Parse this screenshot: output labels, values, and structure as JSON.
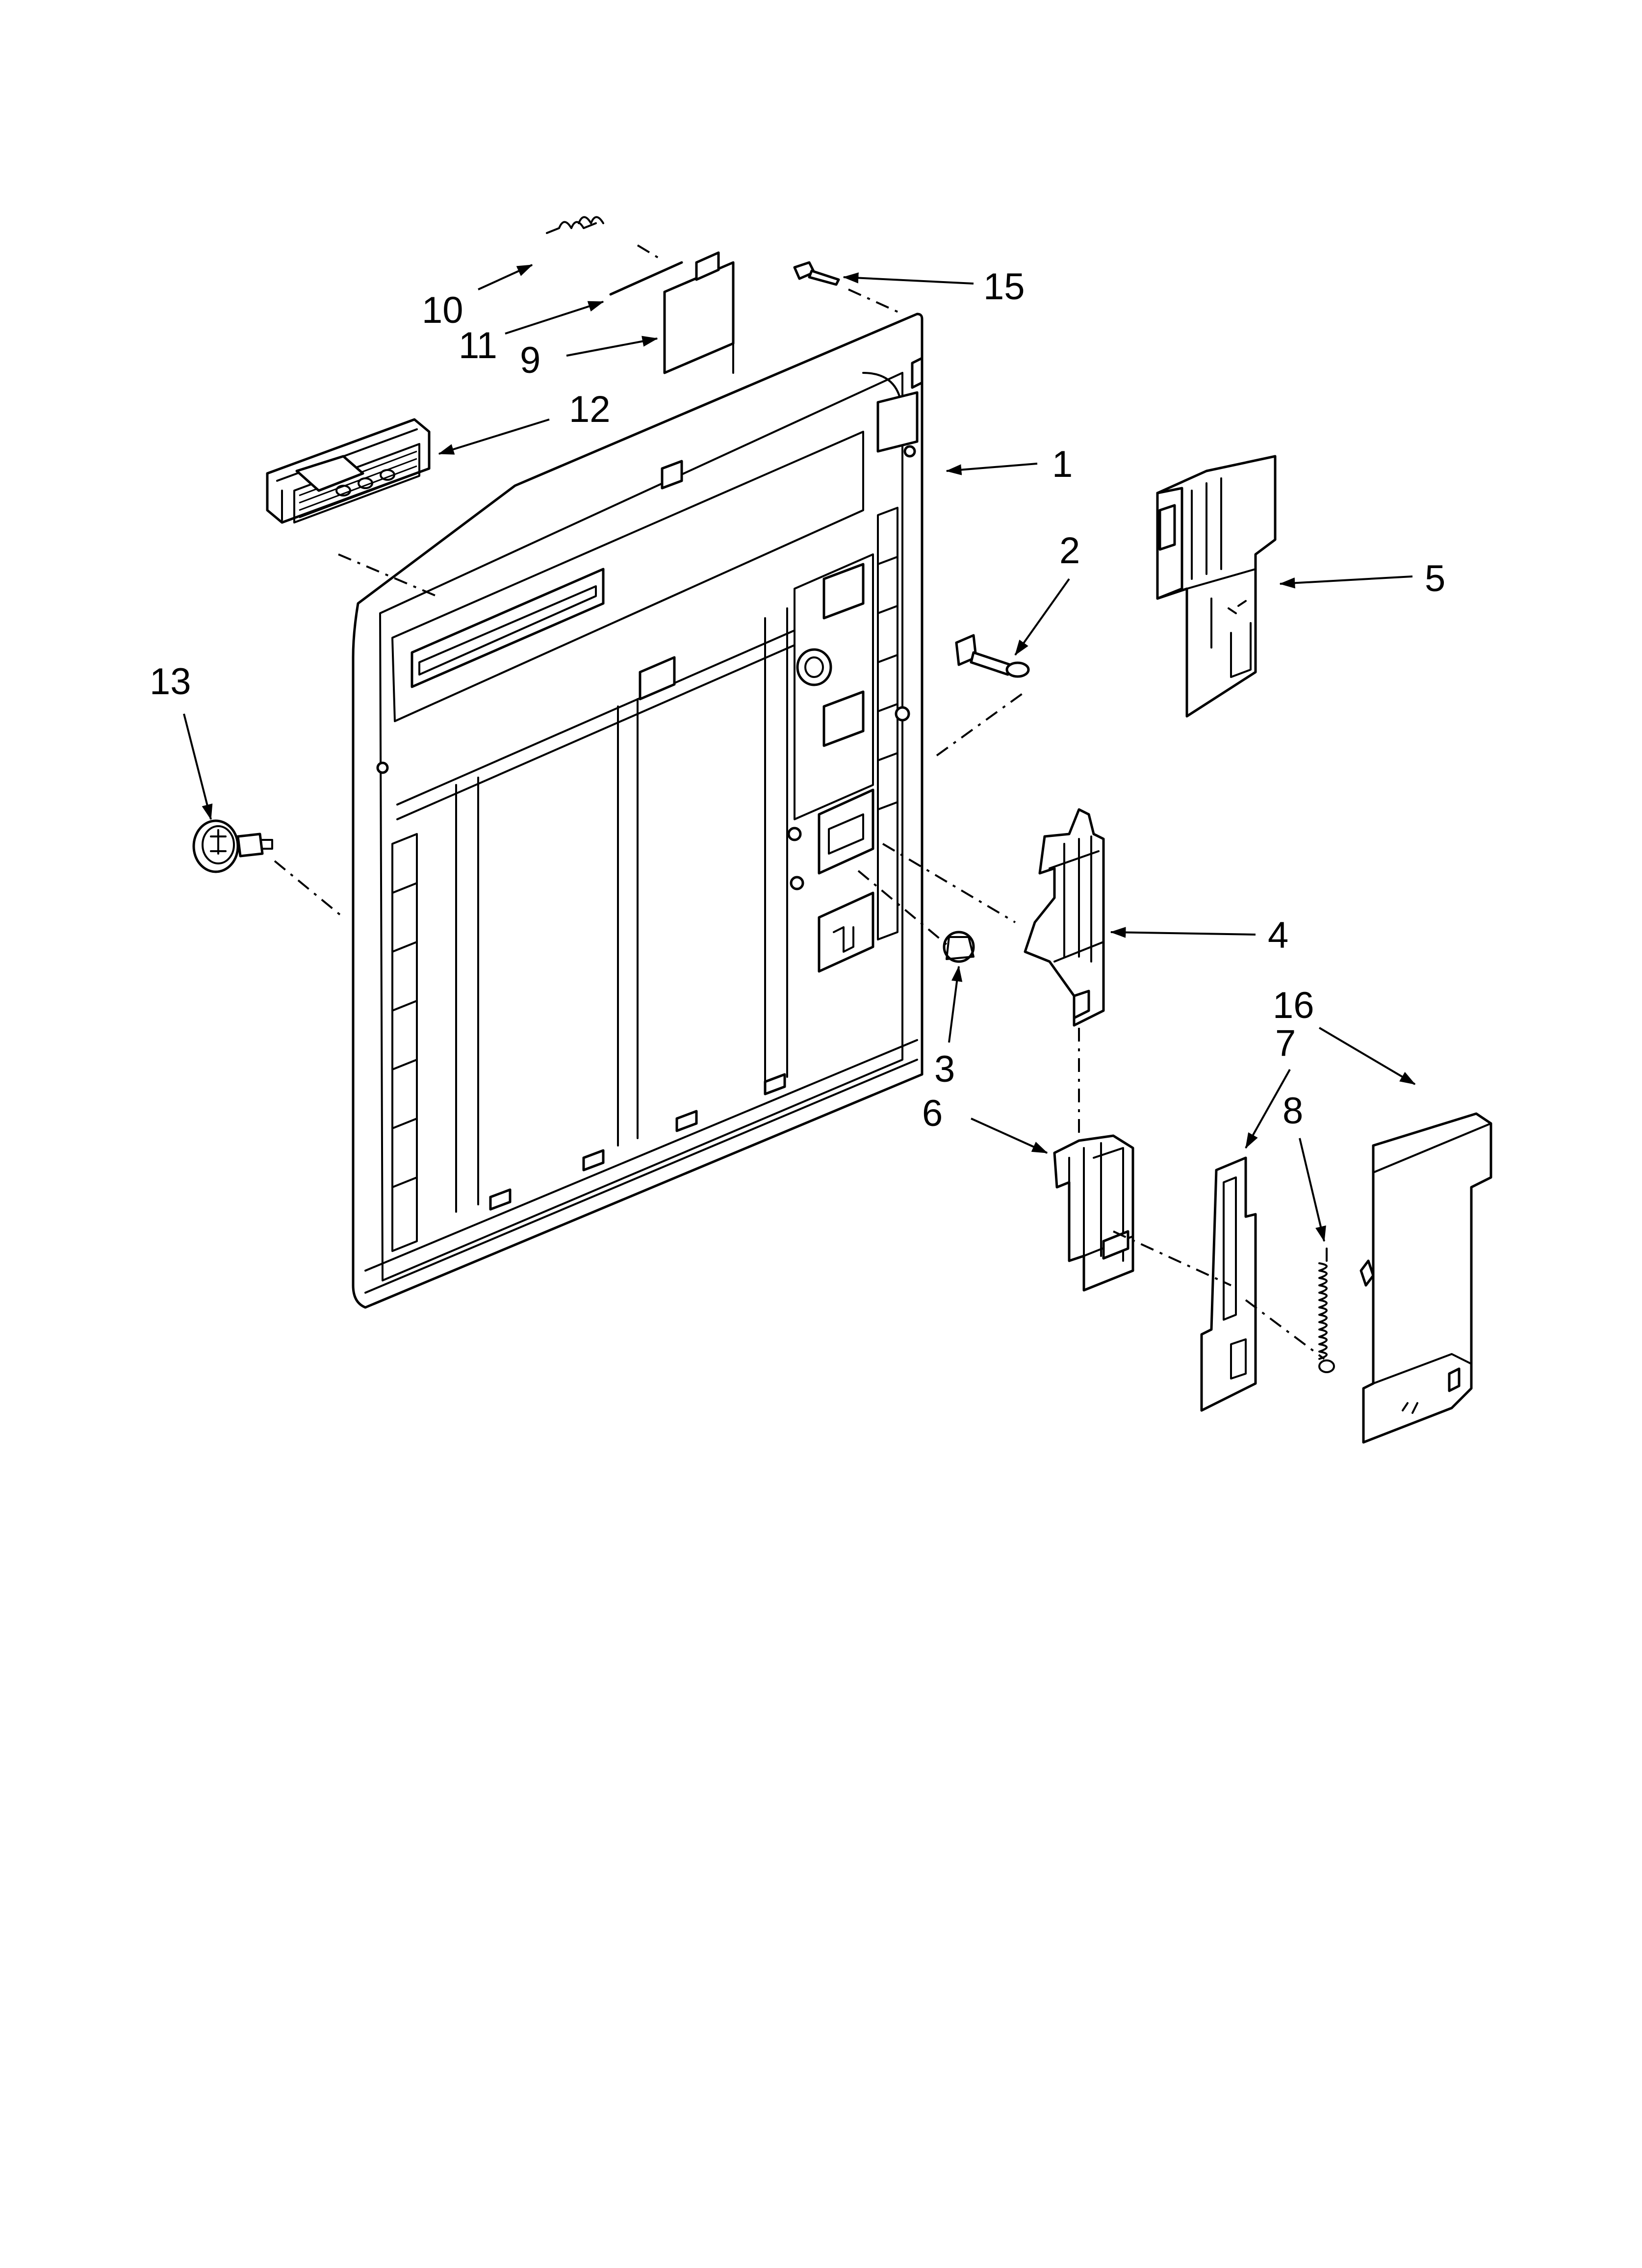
{
  "callouts": [
    {
      "id": "1",
      "label": "1"
    },
    {
      "id": "2",
      "label": "2"
    },
    {
      "id": "3",
      "label": "3"
    },
    {
      "id": "4",
      "label": "4"
    },
    {
      "id": "5",
      "label": "5"
    },
    {
      "id": "6",
      "label": "6"
    },
    {
      "id": "7",
      "label": "7"
    },
    {
      "id": "8",
      "label": "8"
    },
    {
      "id": "9",
      "label": "9"
    },
    {
      "id": "10",
      "label": "10"
    },
    {
      "id": "11",
      "label": "11"
    },
    {
      "id": "12",
      "label": "12"
    },
    {
      "id": "13",
      "label": "13"
    },
    {
      "id": "15",
      "label": "15"
    },
    {
      "id": "16",
      "label": "16"
    }
  ]
}
